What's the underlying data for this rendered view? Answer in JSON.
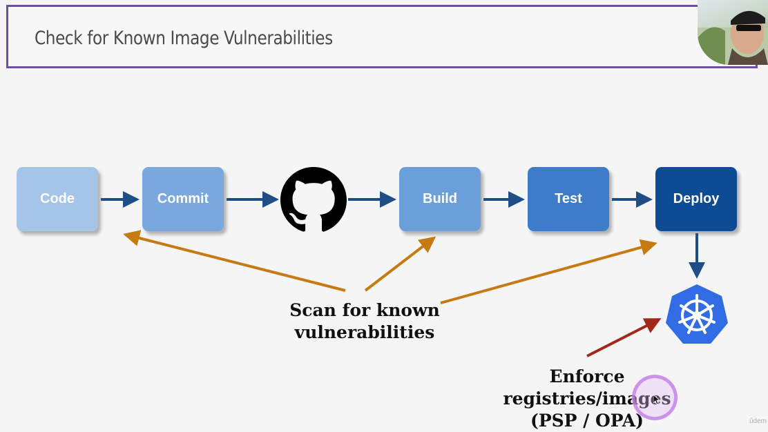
{
  "slide": {
    "title": "Check for Known Image Vulnerabilities"
  },
  "pipeline": {
    "steps": [
      {
        "label": "Code",
        "color": "#a4c4e8"
      },
      {
        "label": "Commit",
        "color": "#7aa8dc"
      },
      {
        "label": "Build",
        "color": "#6b9fda"
      },
      {
        "label": "Test",
        "color": "#3d7cc8"
      },
      {
        "label": "Deploy",
        "color": "#0d4c94"
      }
    ],
    "github_icon": "github-icon",
    "kubernetes_icon": "kubernetes-icon",
    "flow_arrow_color": "#1f4e86"
  },
  "annotations": {
    "scan": {
      "line1": "Scan for known",
      "line2": "vulnerabilities",
      "arrow_color": "#c87a12"
    },
    "enforce": {
      "line1": "Enforce registries/images",
      "line2": "(PSP / OPA)",
      "arrow_color": "#a0291a"
    }
  },
  "watermark": "ûdem"
}
